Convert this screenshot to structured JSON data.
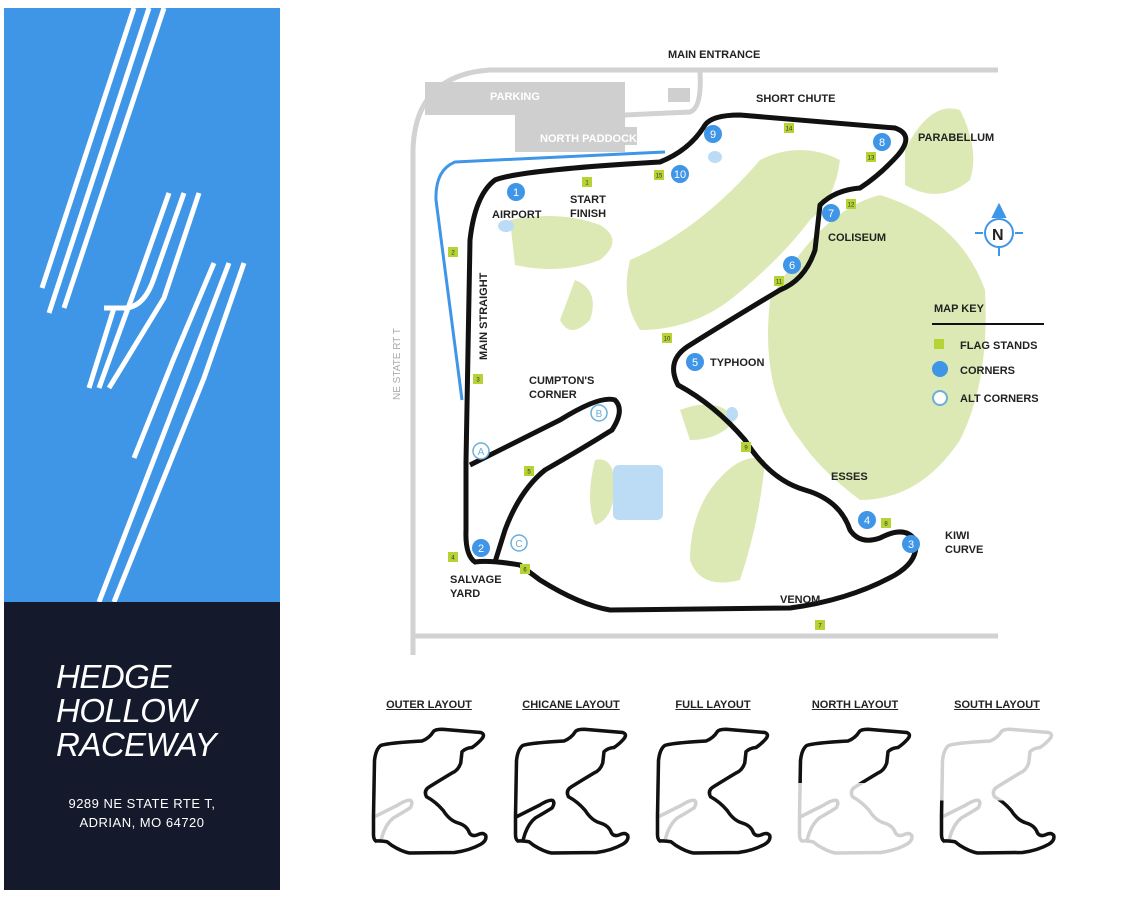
{
  "venue": {
    "name_lines": [
      "HEDGE",
      "HOLLOW",
      "RACEWAY"
    ],
    "address_lines": [
      "9289 NE STATE RTE T,",
      "ADRIAN, MO 64720"
    ]
  },
  "map": {
    "labels": {
      "main_entrance": "MAIN ENTRANCE",
      "parking": "PARKING",
      "north_paddock": "NORTH PADDOCK",
      "road": "NE STATE RT T",
      "main_straight": "MAIN STRAIGHT",
      "start_finish": [
        "START",
        "FINISH"
      ],
      "short_chute": "SHORT CHUTE"
    },
    "corners": [
      {
        "num": "1",
        "name": "AIRPORT"
      },
      {
        "num": "2",
        "name": "SALVAGE YARD"
      },
      {
        "num": "3",
        "name": "KIWI CURVE"
      },
      {
        "num": "4",
        "name": "ESSES"
      },
      {
        "num": "5",
        "name": "TYPHOON"
      },
      {
        "num": "6",
        "name": ""
      },
      {
        "num": "7",
        "name": "COLISEUM"
      },
      {
        "num": "8",
        "name": "PARABELLUM"
      },
      {
        "num": "9",
        "name": ""
      },
      {
        "num": "10",
        "name": ""
      }
    ],
    "alt_corners": [
      {
        "id": "A"
      },
      {
        "id": "B",
        "name": "CUMPTON'S CORNER"
      },
      {
        "id": "C"
      }
    ],
    "other_labels": {
      "venom": "VENOM",
      "cumpton": [
        "CUMPTON'S",
        "CORNER"
      ],
      "salvage": [
        "SALVAGE",
        "YARD"
      ],
      "kiwi": [
        "KIWI",
        "CURVE"
      ]
    },
    "flag_stands": [
      "1",
      "2",
      "3",
      "4",
      "5",
      "6",
      "7",
      "8",
      "9",
      "10",
      "11",
      "12",
      "13",
      "14",
      "15"
    ],
    "compass": "N"
  },
  "key": {
    "title": "MAP KEY",
    "items": [
      "FLAG STANDS",
      "CORNERS",
      "ALT CORNERS"
    ]
  },
  "layouts": [
    "OUTER LAYOUT",
    "CHICANE LAYOUT",
    "FULL LAYOUT",
    "NORTH LAYOUT",
    "SOUTH LAYOUT"
  ],
  "colors": {
    "blue": "#3f95e6",
    "dark": "#141a2b",
    "grass": "#dde9b4",
    "flag": "#b5d334",
    "water": "#bcdcf5"
  }
}
